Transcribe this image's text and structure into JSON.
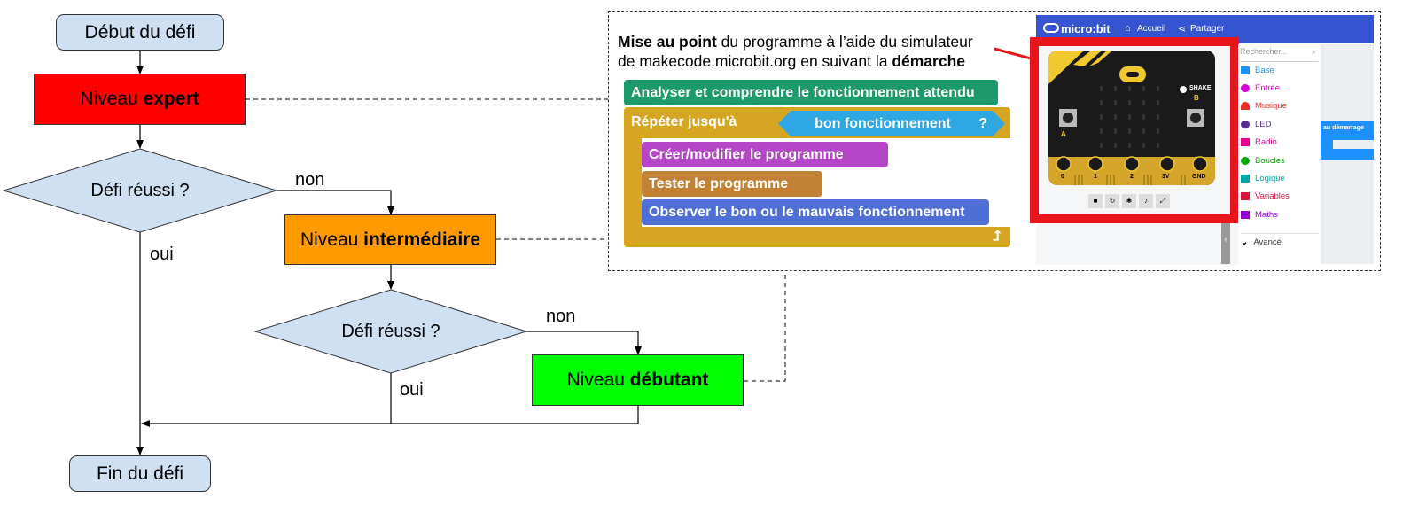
{
  "flowchart": {
    "start": "Début du défi",
    "end": "Fin du défi",
    "expert": {
      "prefix": "Niveau ",
      "bold": "expert",
      "color": "#ff0000"
    },
    "intermediate": {
      "prefix": "Niveau ",
      "bold": "intermédiaire",
      "color": "#ff9900"
    },
    "beginner": {
      "prefix": "Niveau ",
      "bold": "débutant",
      "color": "#00ff00"
    },
    "decision1": "Défi réussi ?",
    "decision2": "Défi réussi ?",
    "no_label": "non",
    "yes_label": "oui"
  },
  "procedure": {
    "intro_bold1": "Mise au point",
    "intro_text1": " du programme à l’aide du simulateur",
    "intro_text2": "de makecode.microbit.org en suivant la ",
    "intro_bold2": "démarche",
    "block_analyse": "Analyser et comprendre le fonctionnement attendu",
    "block_repeat": "Répéter jusqu'à",
    "block_condition": "bon fonctionnement",
    "block_condition_mark": "?",
    "block_create": "Créer/modifier le programme",
    "block_test": "Tester le programme",
    "block_observe": "Observer le bon ou le mauvais fonctionnement"
  },
  "makecode": {
    "logo": "micro:bit",
    "home": "Accueil",
    "share": "Partager",
    "search_placeholder": "Rechercher...",
    "categories": [
      {
        "label": "Base",
        "color": "#1e90ff"
      },
      {
        "label": "Entrée",
        "color": "#d400d4"
      },
      {
        "label": "Musique",
        "color": "#e63022"
      },
      {
        "label": "LED",
        "color": "#5c2d91"
      },
      {
        "label": "Radio",
        "color": "#e3008c"
      },
      {
        "label": "Boucles",
        "color": "#00aa00"
      },
      {
        "label": "Logique",
        "color": "#00a4a6"
      },
      {
        "label": "Variables",
        "color": "#dc143c"
      },
      {
        "label": "Maths",
        "color": "#9400d3"
      }
    ],
    "advanced": "Avancé",
    "on_start": "au démarrage",
    "shake": "SHAKE",
    "pins": [
      "0",
      "1",
      "2",
      "3V",
      "GND"
    ],
    "button_a": "A",
    "button_b": "B"
  }
}
